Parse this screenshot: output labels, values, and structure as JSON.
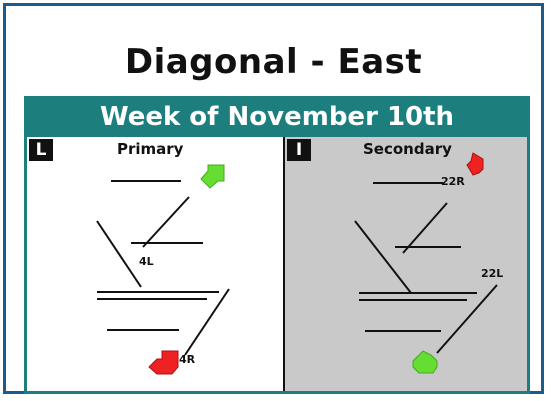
{
  "title": "Diagonal - East",
  "banner": "Week of November 10th",
  "colors": {
    "frame": "#1f5a8c",
    "board": "#1d7e7e",
    "banner_text": "#ffffff",
    "secondary_bg": "#c9c9c9",
    "arrow_green": "#66dd33",
    "arrow_red": "#ee2222"
  },
  "left_panel": {
    "badge": "L",
    "label": "Primary",
    "runways": {
      "departure": "4L",
      "arrival": "4R"
    }
  },
  "right_panel": {
    "badge": "I",
    "label": "Secondary",
    "runways": {
      "departure": "22R",
      "arrival": "22L"
    }
  }
}
